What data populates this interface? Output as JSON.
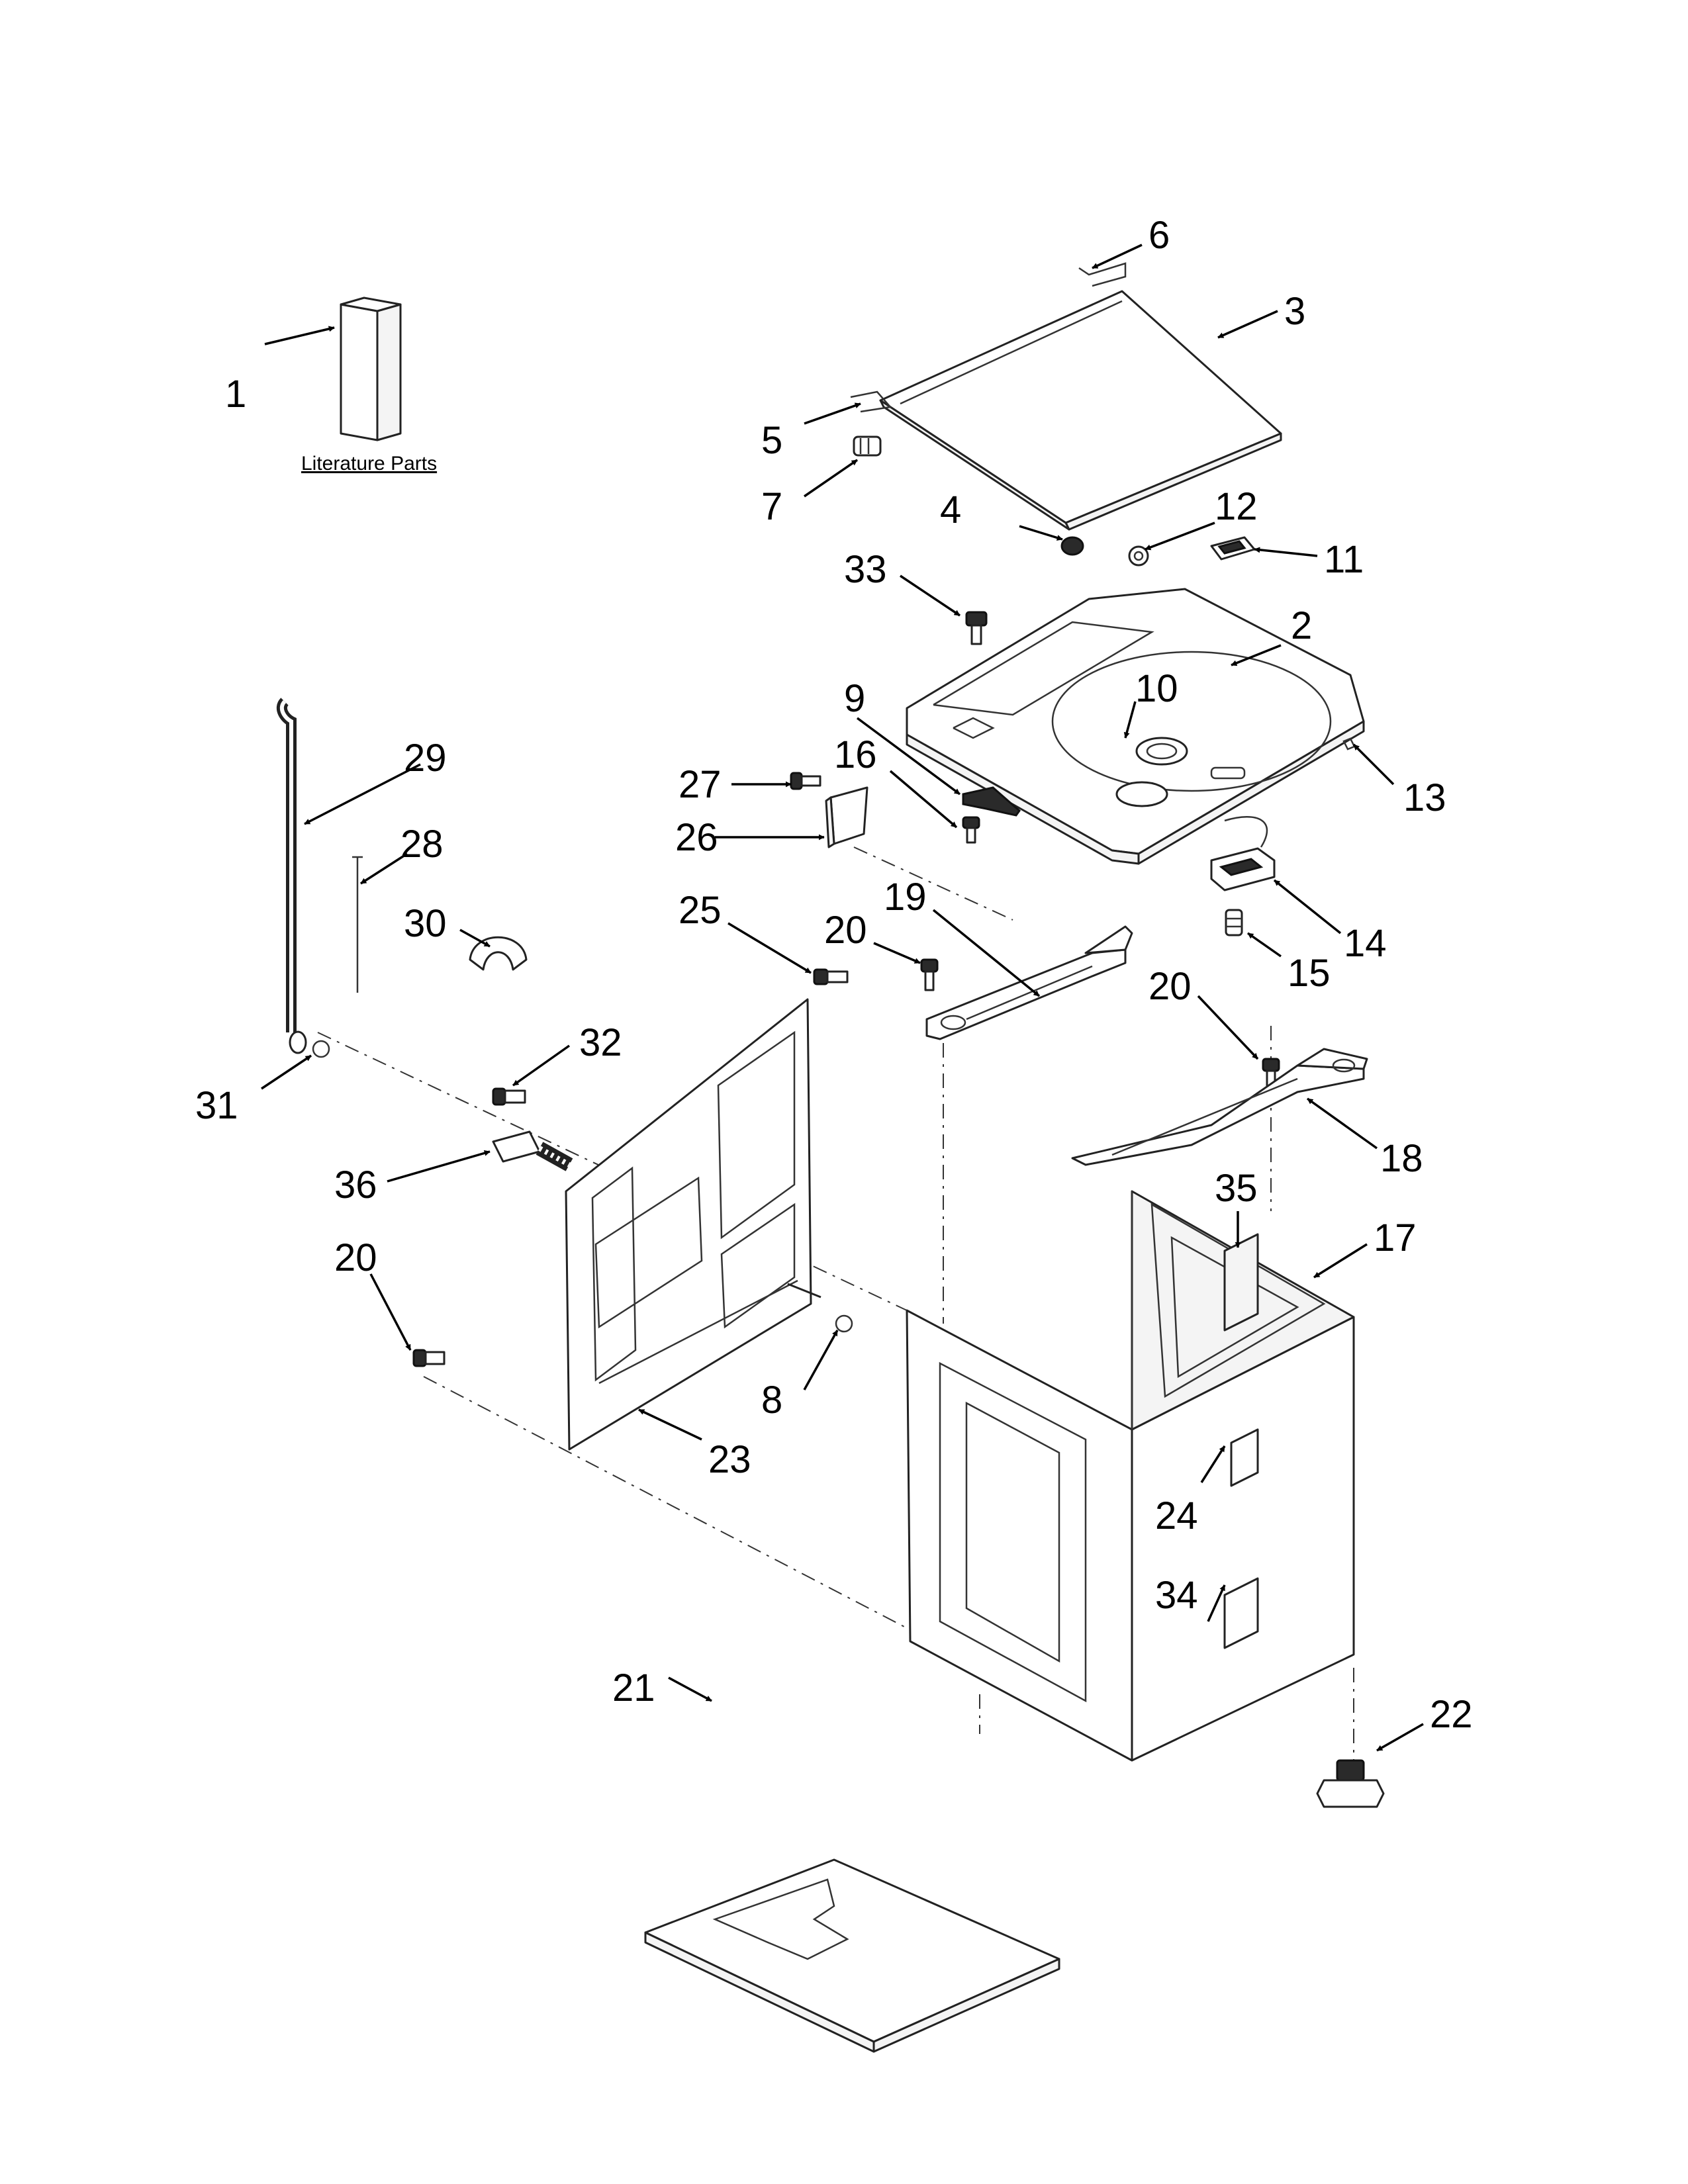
{
  "literature_label": "Literature Parts",
  "callouts": [
    {
      "label": "1"
    },
    {
      "label": "2"
    },
    {
      "label": "3"
    },
    {
      "label": "4"
    },
    {
      "label": "5"
    },
    {
      "label": "6"
    },
    {
      "label": "7"
    },
    {
      "label": "8"
    },
    {
      "label": "9"
    },
    {
      "label": "10"
    },
    {
      "label": "11"
    },
    {
      "label": "12"
    },
    {
      "label": "13"
    },
    {
      "label": "14"
    },
    {
      "label": "15"
    },
    {
      "label": "16"
    },
    {
      "label": "17"
    },
    {
      "label": "18"
    },
    {
      "label": "19"
    },
    {
      "label": "20"
    },
    {
      "label": "20"
    },
    {
      "label": "20"
    },
    {
      "label": "21"
    },
    {
      "label": "22"
    },
    {
      "label": "23"
    },
    {
      "label": "24"
    },
    {
      "label": "25"
    },
    {
      "label": "26"
    },
    {
      "label": "27"
    },
    {
      "label": "28"
    },
    {
      "label": "29"
    },
    {
      "label": "30"
    },
    {
      "label": "31"
    },
    {
      "label": "32"
    },
    {
      "label": "33"
    },
    {
      "label": "34"
    },
    {
      "label": "35"
    },
    {
      "label": "36"
    }
  ]
}
